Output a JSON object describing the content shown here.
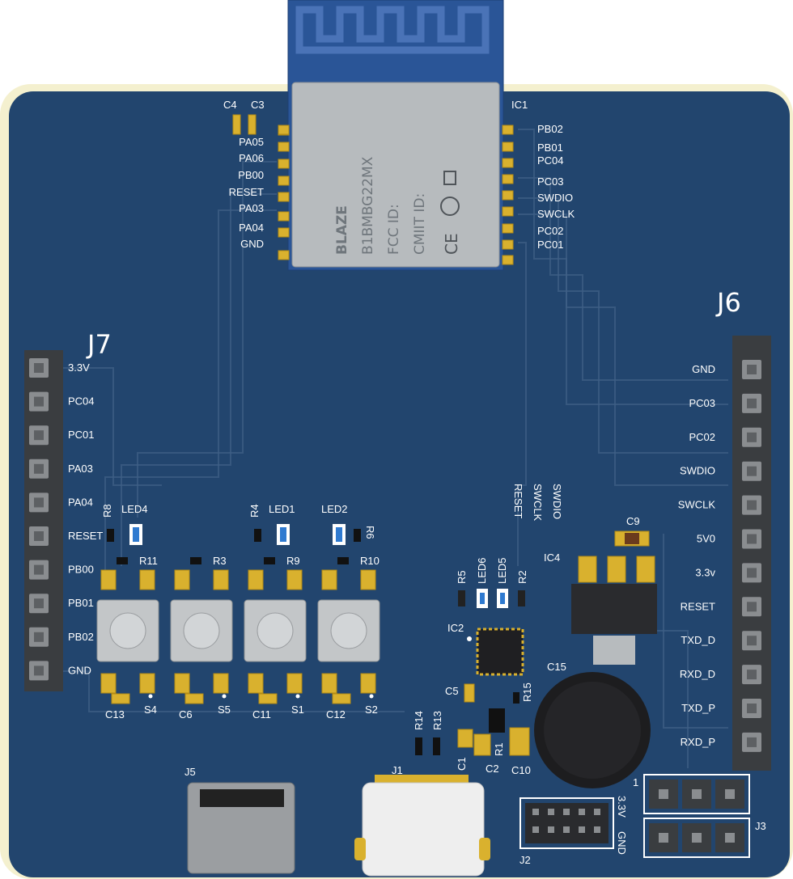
{
  "board": {
    "colors": {
      "pcb": "#22456e",
      "outline": "#f4f0cf",
      "pad": "#d9b12e",
      "header": "#3a3d40",
      "pin": "#8a8d90",
      "silkscreen": "#ffffff"
    },
    "module": {
      "ref": "IC1",
      "brand": "BLAZE",
      "part": "B1BMBG22MX",
      "fcc": "FCC ID:",
      "cmiit": "CMIIT ID:",
      "left_pins": [
        "PA05",
        "PA06",
        "PB00",
        "RESET",
        "PA03",
        "PA04",
        "GND"
      ],
      "right_pins": [
        "PB02",
        "PB01",
        "PC04",
        "PC03",
        "SWDIO",
        "SWCLK",
        "PC02",
        "PC01"
      ],
      "caps": [
        "C4",
        "C3"
      ]
    },
    "j7": {
      "ref": "J7",
      "pins": [
        "3.3V",
        "PC04",
        "PC01",
        "PA03",
        "PA04",
        "RESET",
        "PB00",
        "PB01",
        "PB02",
        "GND"
      ]
    },
    "j6": {
      "ref": "J6",
      "pins": [
        "GND",
        "PC03",
        "PC02",
        "SWDIO",
        "SWCLK",
        "5V0",
        "3.3v",
        "RESET",
        "TXD_D",
        "RXD_D",
        "TXD_P",
        "RXD_P"
      ]
    },
    "buttons": [
      {
        "switch": "S4",
        "resistor": "R8",
        "led": "LED4",
        "r2": "R11",
        "cap": "C13"
      },
      {
        "switch": "S5",
        "resistor": "",
        "led": "",
        "r2": "R3",
        "cap": "C6"
      },
      {
        "switch": "S1",
        "resistor": "R4",
        "led": "LED1",
        "r2": "R9",
        "cap": "C11"
      },
      {
        "switch": "S2",
        "resistor": "R6",
        "led": "LED2",
        "r2": "R10",
        "cap": "C12"
      }
    ],
    "debug_labels": [
      "RESET",
      "SWCLK",
      "SWDIO"
    ],
    "parts": {
      "ic2": "IC2",
      "ic4": "IC4",
      "c9": "C9",
      "c15": "C15",
      "c5": "C5",
      "r15": "R15",
      "r5": "R5",
      "led6": "LED6",
      "led5": "LED5",
      "r2": "R2",
      "r14": "R14",
      "r13": "R13",
      "c1": "C1",
      "r1": "R1",
      "c2": "C2",
      "c10": "C10",
      "j5": "J5",
      "j1": "J1",
      "j2": "J2",
      "j3": "J3",
      "j2_top": "3.3V",
      "j2_bottom": "GND",
      "j3_mark": "1"
    }
  }
}
